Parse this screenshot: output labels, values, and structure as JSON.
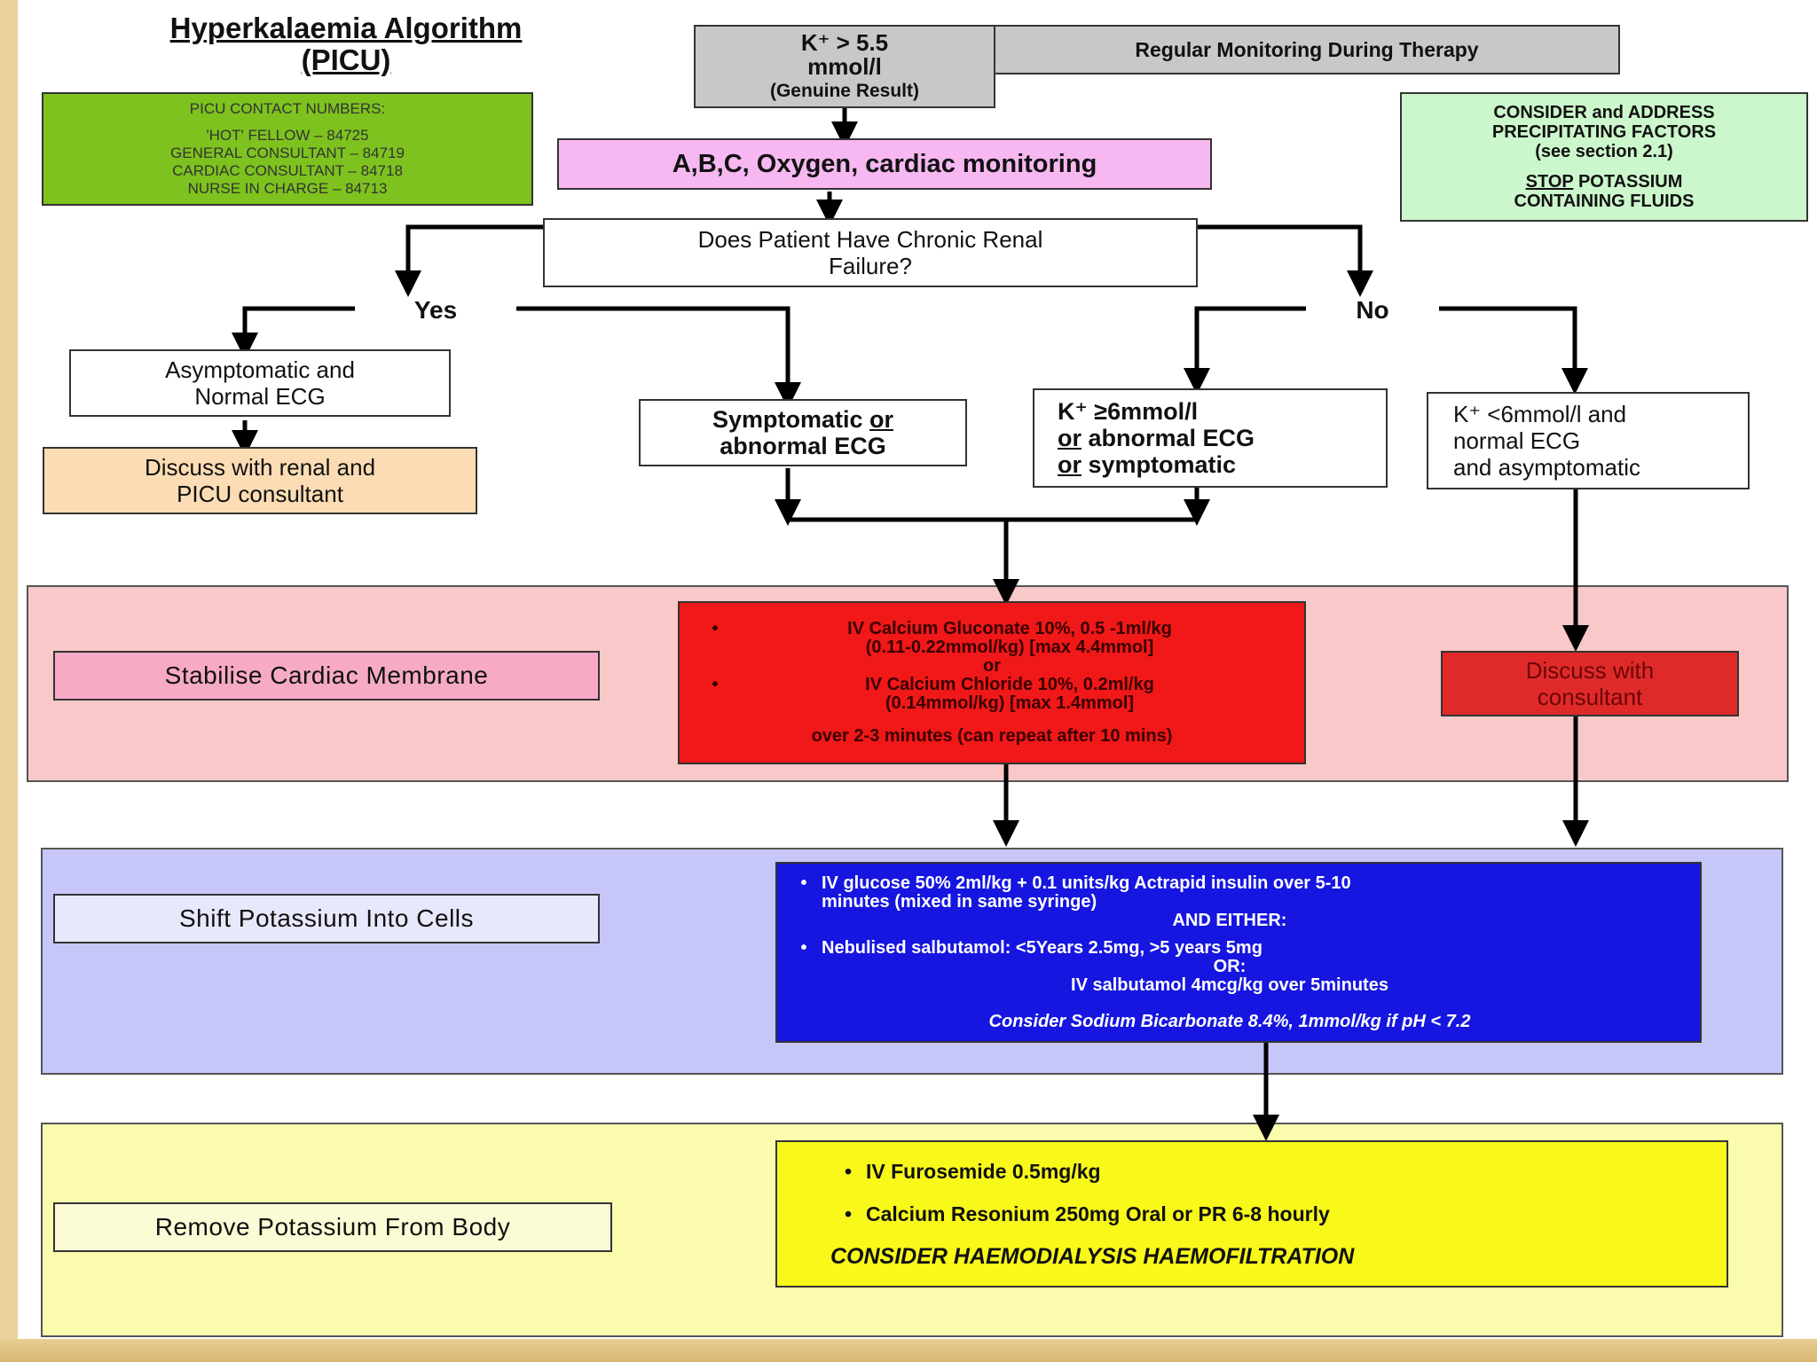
{
  "title": {
    "line1": "Hyperkalaemia Algorithm",
    "line2": "(PICU)"
  },
  "contacts": {
    "header": "PICU CONTACT NUMBERS:",
    "lines": [
      "'HOT' FELLOW – 84725",
      "GENERAL CONSULTANT – 84719",
      "CARDIAC CONSULTANT – 84718",
      "NURSE IN CHARGE – 84713"
    ]
  },
  "start": {
    "line1": "K⁺ > 5.5",
    "line2": "mmol/l",
    "line3": "(Genuine Result)"
  },
  "monitoring": "Regular Monitoring During Therapy",
  "precipitating": {
    "line1": "CONSIDER and ADDRESS",
    "line2": "PRECIPITATING FACTORS",
    "line3": "(see section 2.1)",
    "stop": "STOP",
    "line4": "POTASSIUM",
    "line5": "CONTAINING FLUIDS"
  },
  "abc": "A,B,C, Oxygen, cardiac monitoring",
  "question": {
    "line1": "Does Patient Have Chronic Renal",
    "line2": "Failure?"
  },
  "yes": "Yes",
  "no": "No",
  "asymptomatic": {
    "line1": "Asymptomatic and",
    "line2": "Normal ECG"
  },
  "discuss_renal": {
    "line1": "Discuss with renal and",
    "line2": "PICU consultant"
  },
  "symptomatic": {
    "w1": "Symptomatic",
    "or": "or",
    "line2": "abnormal ECG"
  },
  "k_high": {
    "line1": "K⁺ ≥6mmol/l",
    "or1": "or",
    "line2": "abnormal ECG",
    "or2": "or",
    "line3": "symptomatic"
  },
  "k_low": {
    "line1": "K⁺ <6mmol/l and",
    "line2": "normal ECG",
    "line3": "and asymptomatic"
  },
  "stabilise": {
    "label": "Stabilise Cardiac Membrane",
    "item1_line1": "IV Calcium Gluconate 10%, 0.5 -1ml/kg",
    "item1_line2": "(0.11-0.22mmol/kg) [max 4.4mmol]",
    "or": "or",
    "item2_line1": "IV Calcium Chloride 10%, 0.2ml/kg",
    "item2_line2": "(0.14mmol/kg) [max 1.4mmol]",
    "footer": "over 2-3 minutes (can repeat after 10 mins)",
    "discuss": {
      "line1": "Discuss with",
      "line2": "consultant"
    }
  },
  "shift": {
    "label": "Shift Potassium Into Cells",
    "item1_line1": "IV glucose 50% 2ml/kg + 0.1 units/kg Actrapid insulin over 5-10",
    "item1_line2": "minutes (mixed in same syringe)",
    "and_either": "AND EITHER:",
    "item2": "Nebulised salbutamol: <5Years 2.5mg, >5 years 5mg",
    "or": "OR:",
    "iv_salb": "IV salbutamol 4mcg/kg over 5minutes",
    "consider": "Consider Sodium Bicarbonate 8.4%, 1mmol/kg if pH < 7.2"
  },
  "remove": {
    "label": "Remove Potassium From Body",
    "item1": "IV Furosemide 0.5mg/kg",
    "item2": "Calcium Resonium 250mg Oral or PR 6-8 hourly",
    "consider": "CONSIDER HAEMODIALYSIS HAEMOFILTRATION"
  },
  "bullet": "•",
  "colors": {
    "contacts": "#7dc21e",
    "precipitating": "#ccf7cc",
    "abc": "#f7b8f2",
    "discuss_renal": "#fbdcb4",
    "stabilise_band": "#f9c8c8",
    "stabilise_label": "#f7aac6",
    "red_box": "#f01818",
    "shift_band": "#c6c6f8",
    "shift_label": "#e8e8fc",
    "blue_box": "#1616e0",
    "remove_band": "#fbfbae",
    "remove_label": "#fbfbd6",
    "yellow_box": "#f8f81a"
  }
}
